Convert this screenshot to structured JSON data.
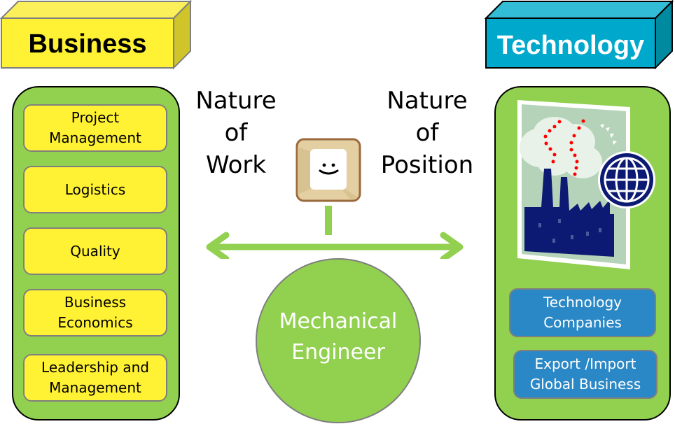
{
  "business": {
    "title": "Business",
    "color": "#fff133",
    "items": [
      {
        "line1": "Project",
        "line2": "Management"
      },
      {
        "line1": "Logistics",
        "line2": ""
      },
      {
        "line1": "Quality",
        "line2": ""
      },
      {
        "line1": "Business",
        "line2": "Economics"
      },
      {
        "line1": "Leadership and",
        "line2": "Management"
      }
    ]
  },
  "technology": {
    "title": "Technology",
    "color": "#00a8cc",
    "illustration": "factory-globe-icon",
    "items": [
      {
        "line1": "Technology",
        "line2": "Companies"
      },
      {
        "line1": "Export /Import",
        "line2": "Global Business"
      }
    ]
  },
  "center": {
    "left_label": {
      "line1": "Nature",
      "line2": "of",
      "line3": "Work"
    },
    "right_label": {
      "line1": "Nature",
      "line2": "of",
      "line3": "Position"
    },
    "key_icon": "smiley-key-icon",
    "arrow": "double-headed-arrow",
    "circle": {
      "line1": "Mechanical",
      "line2": "Engineer"
    },
    "accent_color": "#92d050"
  }
}
